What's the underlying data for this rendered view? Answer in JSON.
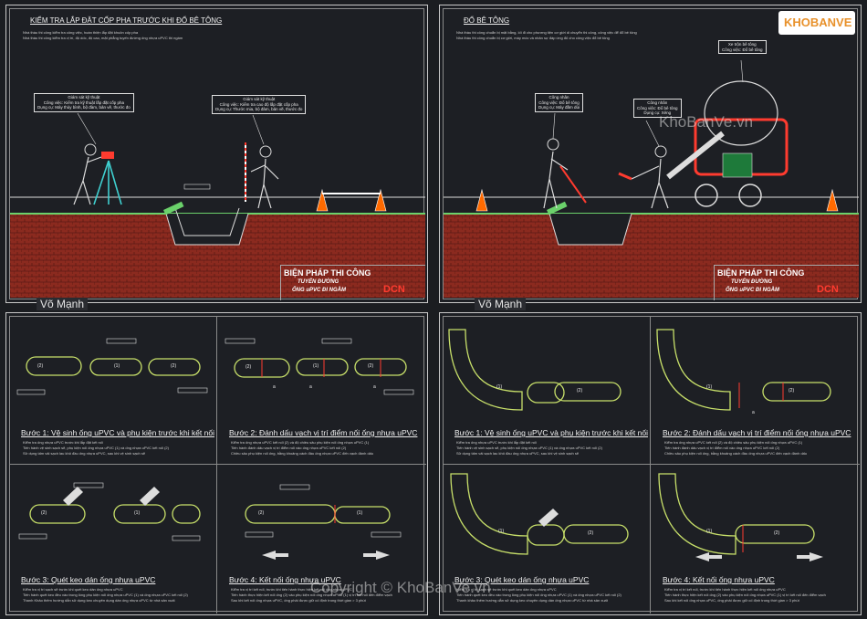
{
  "sheets": [
    {
      "title": "KIỂM TRA LẮP ĐẶT CỐP PHA TRƯỚC KHI ĐỔ BÊ TÔNG",
      "notes": [
        "Nhà thầu thi công kiểm tra công việc, hoàn thiện lắp đặt khuôn cốp pha",
        "Nhà thầu thi công kiểm tra vị trí, độ dốc, độ cao, mặt phẳng tuyến đường ống nhựa uPVC thi ngầm"
      ],
      "callouts": [
        "Giám sát kỹ thuật\nCông việc: Kiểm tra kỹ thuật lắp đặt cốp pha\nDụng cụ: Máy thủy bình, bộ đàm, bản vẽ, thước đo",
        "Giám sát kỹ thuật\nCông việc: Kiểm tra cao độ lắp đặt cốp pha\nDụng cụ: Thước mia, bộ đàm, bản vẽ, thước đo"
      ],
      "titleblock": {
        "main": "BIỆN PHÁP THI CÔNG",
        "sub1": "TUYẾN ĐƯỜNG",
        "sub2": "ỐNG uPVC ĐI NGẦM"
      }
    },
    {
      "title": "ĐỔ BÊ TÔNG",
      "notes": [
        "Nhà thầu thi công chuẩn bị mặt bằng, lối đi cho phương tiện cơ giới di chuyển thi công, công việc để đổ bê tông",
        "Nhà thầu thi công chuẩn bị cơ giới, máy móc và nhân sự đáp ứng đủ cho công việc đổ bê tông"
      ],
      "callouts": [
        "Công nhân\nCông việc: Đổ bê tông\nDụng cụ: Máy đầm dùi",
        "Công nhân\nCông việc: Đổ bê tông\nDụng cụ: Xẻng",
        "Xe trộn bê tông\nCông việc: Đổ bê tông"
      ],
      "titleblock": {
        "main": "BIỆN PHÁP THI CÔNG",
        "sub1": "TUYẾN ĐƯỜNG",
        "sub2": "ỐNG uPVC ĐI NGẦM"
      }
    }
  ],
  "steps_left": [
    {
      "title": "Bước 1: Vệ sinh ống uPVC và phụ kiện trước khi kết nối",
      "lines": [
        "Kiểm tra ống nhựa uPVC trước khi lắp đặt kết nối",
        "Tiến hành vệ sinh sạch sẽ, phụ kiện nối ống nhựa uPVC (1) và ống nhựa uPVC kết nối (2)",
        "Sử dụng tấm vải sạch lau khô đầu ống nhựa uPVC, sau khi vệ sinh sạch sẽ"
      ]
    },
    {
      "title": "Bước 2: Đánh dấu vạch vị trí điểm nối ống nhựa uPVC",
      "lines": [
        "Kiểm tra ống nhựa uPVC kết nối (2) và độ chiều sâu phụ kiện nối ống nhựa uPVC (1)",
        "Tiến hành đánh dấu vạch vị trí điểm nối vào ống nhựa uPVC kết nối (2)",
        "Chiều sâu phụ kiện nối ống, bằng khoảng cách đầu ống nhựa uPVC đến vạch đánh dấu"
      ]
    },
    {
      "title": "Bước 3: Quét keo dán ống nhựa uPVC",
      "lines": [
        "Kiểm tra vị trí sạch sẽ trước khi quét keo dán ống nhựa uPVC",
        "Tiến hành quét keo đều vào trong lòng phụ kiện nối ống nhựa uPVC (1) và ống nhựa uPVC kết nối (2)",
        "Thanh Khảo thêm hướng dẫn sử dụng keo chuyên dụng dán ống nhựa uPVC từ nhà sản xuất"
      ]
    },
    {
      "title": "Bước 4: Kết nối ống nhựa uPVC",
      "lines": [
        "Kiểm tra vị trí kết nối, trước khi tiến hành thực hiện kết nối ống nhựa uPVC",
        "Tiến hành thực hiện kết nối ống (2) vào phụ kiện nối ống nhựa uPVC (1) vị trí kết nối đến điểm vạch",
        "Sau khi kết nối ống nhựa uPVC, ống phải được giữ cố định trong thời gian > 3 phút"
      ]
    }
  ],
  "steps_right": [
    {
      "title": "Bước 1: Vệ sinh ống uPVC và phụ kiện trước khi kết nối",
      "lines": [
        "Kiểm tra ống nhựa uPVC trước khi lắp đặt kết nối",
        "Tiến hành vệ sinh sạch sẽ, phụ kiện nối ống nhựa uPVC (1) và ống nhựa uPVC kết nối (2)",
        "Sử dụng tấm vải sạch lau khô đầu ống nhựa uPVC, sau khi vệ sinh sạch sẽ"
      ]
    },
    {
      "title": "Bước 2: Đánh dấu vạch vị trí điểm nối ống nhựa uPVC",
      "lines": [
        "Kiểm tra ống nhựa uPVC kết nối (2) và độ chiều sâu phụ kiện nối ống nhựa uPVC (1)",
        "Tiến hành đánh dấu vạch vị trí điểm nối vào ống nhựa uPVC kết nối (2)",
        "Chiều sâu phụ kiện nối ống, bằng khoảng cách đầu ống nhựa uPVC đến vạch đánh dấu"
      ]
    },
    {
      "title": "Bước 3: Quét keo dán ống nhựa uPVC",
      "lines": [
        "Kiểm tra vị trí sạch sẽ trước khi quét keo dán ống nhựa uPVC",
        "Tiến hành quét keo đều vào trong lòng phụ kiện nối ống nhựa uPVC (1) và ống nhựa uPVC kết nối (2)",
        "Thanh khảo thêm hướng dẫn sử dụng keo chuyên dụng dán ống nhựa uPVC từ nhà sản xuất"
      ]
    },
    {
      "title": "Bước 4: Kết nối ống nhựa uPVC",
      "lines": [
        "Kiểm tra vị trí kết nối, trước khi tiến hành thực hiện kết nối ống nhựa uPVC",
        "Tiến hành thực hiện kết nối ống (2) vào phụ kiện nối ống nhựa uPVC (1) vị trí kết nối đến điểm vạch",
        "Sau khi kết nối ống nhựa uPVC, ống phải được giữ cố định trong thời gian > 3 phút"
      ]
    }
  ],
  "labels": {
    "pipe1": "(1)",
    "pipe2": "(2)",
    "dim": "a",
    "tb_mark": "DCN"
  },
  "author": "Võ Mạnh",
  "watermark": {
    "site": "KhoBanVe.vn",
    "copyright": "Copyright © KhoBanVe.vn",
    "logo": "KHOBANVE"
  },
  "colors": {
    "pipe": "#c8e06a",
    "soil": "#8b2a1f",
    "accent": "#ff3b2f",
    "line": "#e8e8e8"
  }
}
